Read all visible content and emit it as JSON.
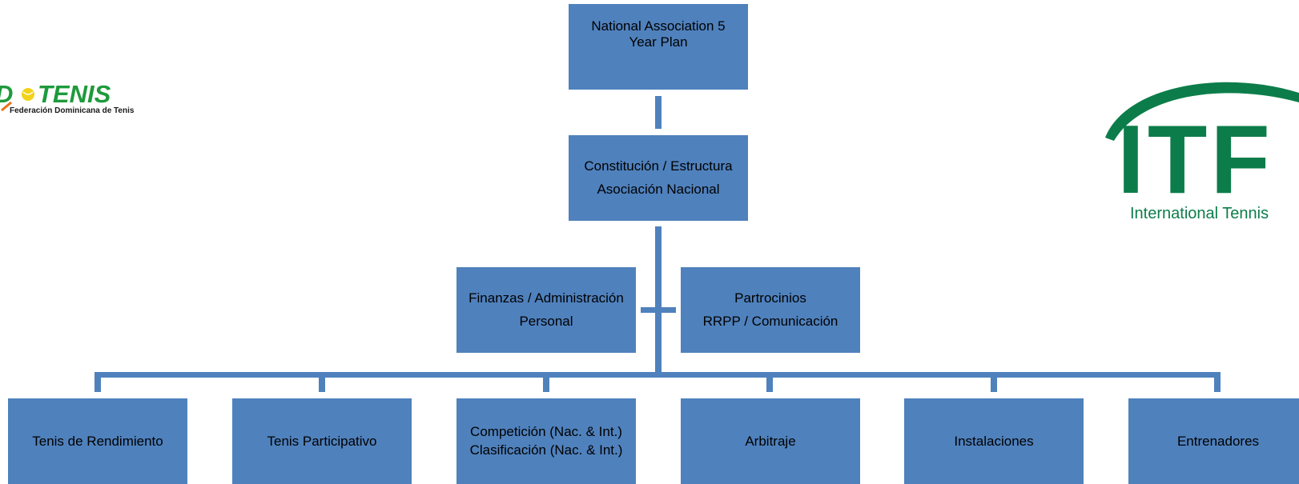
{
  "logos": {
    "fedotenis": {
      "text_left": "D",
      "text_right": "TENIS",
      "subtitle": "Federación Dominicana de Tenis"
    },
    "itf": {
      "letters": "ITF",
      "subtitle": "International Tennis"
    }
  },
  "nodes": {
    "plan": {
      "line1": "National Association 5",
      "line2": "Year Plan"
    },
    "constitucion": {
      "line1": "Constitución / Estructura",
      "line2": "Asociación Nacional"
    },
    "finanzas": {
      "line1": "Finanzas / Administración",
      "line2": "Personal"
    },
    "partrocinios": {
      "line1": "Partrocinios",
      "line2": "RRPP / Comunicación"
    },
    "bottom": [
      {
        "line1": "Tenis de Rendimiento"
      },
      {
        "line1": "Tenis Participativo"
      },
      {
        "line1": "Competición (Nac. & Int.)",
        "line2": "Clasificación (Nac. & Int.)"
      },
      {
        "line1": "Arbitraje"
      },
      {
        "line1": "Instalaciones"
      },
      {
        "line1": "Entrenadores"
      }
    ]
  },
  "colors": {
    "box": "#4f81bd",
    "connector": "#4f81bd",
    "fedotenis_green": "#1e9a3c",
    "fedotenis_yellow": "#f2d31b",
    "itf_green": "#0c7d4a"
  }
}
